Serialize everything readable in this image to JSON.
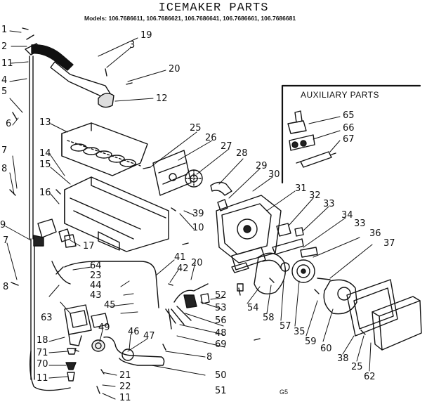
{
  "header": {
    "title": "ICEMAKER PARTS",
    "models": "Models: 106.7686611, 106.7686621, 106.7686641, 106.7686661, 106.7686681"
  },
  "auxiliary": {
    "title": "AUXILIARY PARTS"
  },
  "footer": {
    "code": "G5"
  },
  "callouts": {
    "c1": "1",
    "c2": "2",
    "c11a": "11",
    "c4": "4",
    "c5": "5",
    "c6": "6",
    "c7a": "7",
    "c8a": "8",
    "c19": "19",
    "c3": "3",
    "c20a": "20",
    "c12": "12",
    "c13": "13",
    "c14": "14",
    "c15": "15",
    "c16": "16",
    "c17": "17",
    "c9": "9",
    "c7b": "7",
    "c8b": "8",
    "c25a": "25",
    "c26": "26",
    "c27": "27",
    "c28": "28",
    "c29": "29",
    "c30": "30",
    "c39": "39",
    "c10": "10",
    "c31": "31",
    "c32": "32",
    "c33a": "33",
    "c34": "34",
    "c33b": "33",
    "c36": "36",
    "c37": "37",
    "c65": "65",
    "c66": "66",
    "c67": "67",
    "c41": "41",
    "c42": "42",
    "c20b": "20",
    "c64": "64",
    "c23": "23",
    "c44": "44",
    "c43": "43",
    "c45": "45",
    "c63": "63",
    "c49": "49",
    "c46": "46",
    "c47": "47",
    "c52": "52",
    "c53": "53",
    "c56": "56",
    "c48": "48",
    "c69": "69",
    "c54": "54",
    "c58": "58",
    "c57": "57",
    "c35": "35",
    "c59": "59",
    "c60": "60",
    "c38": "38",
    "c25b": "25",
    "c62": "62",
    "c18": "18",
    "c71": "71",
    "c70": "70",
    "c11b": "11",
    "c21": "21",
    "c22": "22",
    "c11c": "11",
    "c8c": "8",
    "c50": "50",
    "c51": "51"
  }
}
